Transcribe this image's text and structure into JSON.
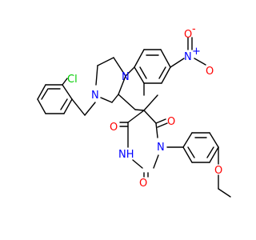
{
  "colors": {
    "bond": "#000000",
    "nitrogen": "#0000ff",
    "oxygen": "#ff0000",
    "chlorine": "#00cc00",
    "background": "#ffffff"
  },
  "atoms": {
    "cl": "Cl",
    "n_piperazine": "N",
    "n_ring_fusion": "N",
    "n_nitro": "N",
    "nitro_charge_n": "+",
    "o_nitro_top": "O",
    "nitro_charge_o": "-",
    "o_nitro_side": "O",
    "o_carbonyl_left": "O",
    "o_carbonyl_right": "O",
    "o_carbonyl_bottom": "O",
    "nh": "NH",
    "n_imide": "N",
    "o_methoxy": "O"
  }
}
